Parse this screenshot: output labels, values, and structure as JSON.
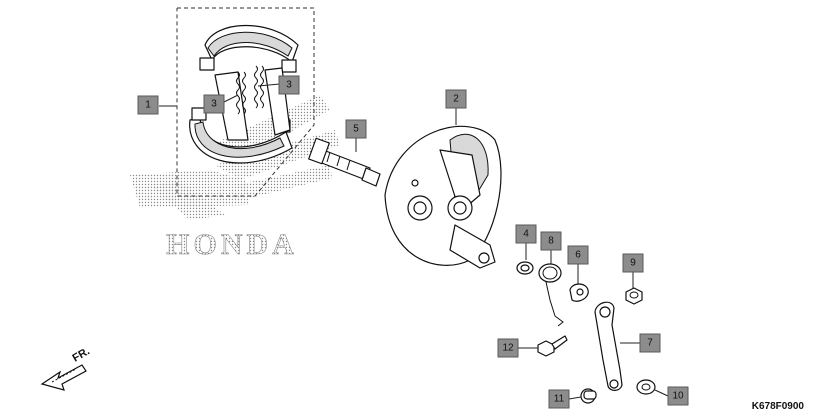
{
  "diagram": {
    "callouts": [
      "1",
      "2",
      "3",
      "3",
      "4",
      "5",
      "6",
      "7",
      "8",
      "9",
      "10",
      "11",
      "12"
    ],
    "logo_text": "HONDA",
    "direction_label": "FR.",
    "drawing_code": "K678F0900"
  }
}
